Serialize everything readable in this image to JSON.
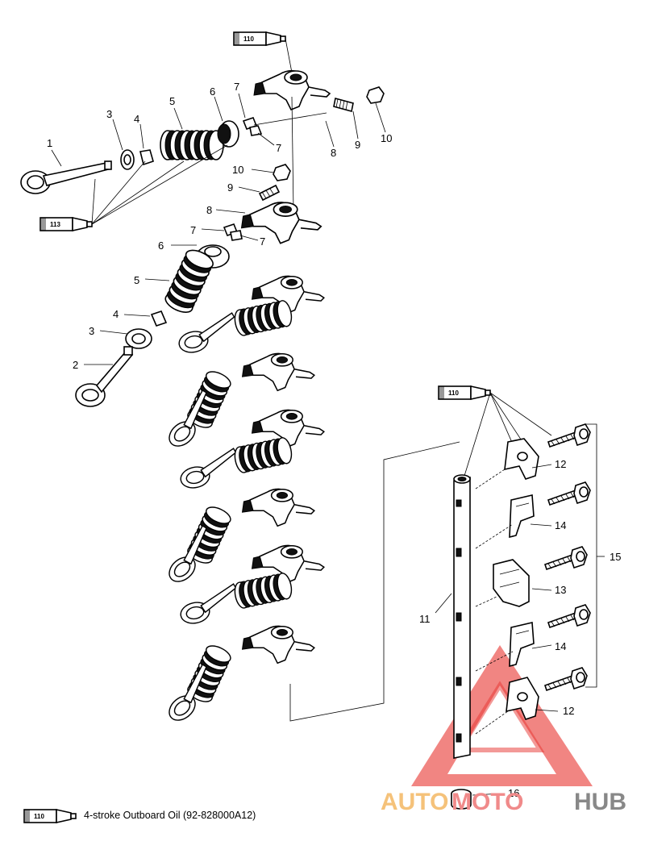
{
  "legend": {
    "tube_label": "110",
    "description": "4-stroke Outboard Oil (92-828000A12)"
  },
  "lubricant_tubes": [
    {
      "id": "top",
      "label": "110"
    },
    {
      "id": "left",
      "label": "113"
    },
    {
      "id": "shaft",
      "label": "110"
    }
  ],
  "callouts": {
    "c1": "1",
    "c2": "2",
    "c3a": "3",
    "c3b": "3",
    "c4a": "4",
    "c4b": "4",
    "c5a": "5",
    "c5b": "5",
    "c6a": "6",
    "c6b": "6",
    "c7a": "7",
    "c7b": "7",
    "c7c": "7",
    "c7d": "7",
    "c8a": "8",
    "c8b": "8",
    "c9a": "9",
    "c9b": "9",
    "c10a": "10",
    "c10b": "10",
    "c11": "11",
    "c12a": "12",
    "c12b": "12",
    "c13": "13",
    "c14a": "14",
    "c14b": "14",
    "c15": "15",
    "c16": "16"
  },
  "watermark": {
    "part1": "AUTO",
    "part2": "MOTO",
    "part3": "HUB",
    "color_auto": "#f5c27a",
    "color_moto": "#f08a8a",
    "color_hub": "#888888",
    "triangle_color": "#e8332f"
  }
}
